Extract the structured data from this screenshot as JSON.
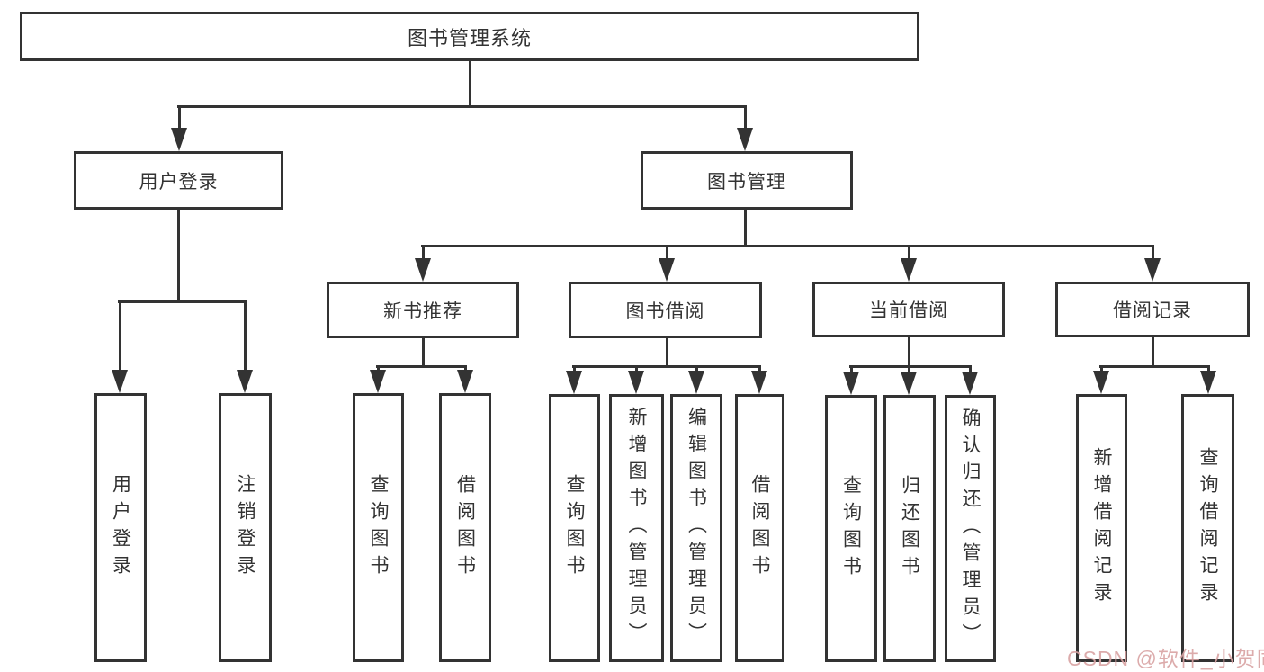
{
  "diagram": {
    "root": {
      "label": "图书管理系统"
    },
    "branches": [
      {
        "label": "用户登录",
        "children": [
          {
            "label": "用户登录"
          },
          {
            "label": "注销登录"
          }
        ]
      },
      {
        "label": "图书管理",
        "children": [
          {
            "label": "新书推荐",
            "children": [
              {
                "label": "查询图书"
              },
              {
                "label": "借阅图书"
              }
            ]
          },
          {
            "label": "图书借阅",
            "children": [
              {
                "label": "查询图书"
              },
              {
                "label": "新增图书（管理员）"
              },
              {
                "label": "编辑图书（管理员）"
              },
              {
                "label": "借阅图书"
              }
            ]
          },
          {
            "label": "当前借阅",
            "children": [
              {
                "label": "查询图书"
              },
              {
                "label": "归还图书"
              },
              {
                "label": "确认归还（管理员）"
              }
            ]
          },
          {
            "label": "借阅记录",
            "children": [
              {
                "label": "新增借阅记录"
              },
              {
                "label": "查询借阅记录"
              }
            ]
          }
        ]
      }
    ]
  },
  "watermark": {
    "text": "CSDN @软件_小贺同学"
  },
  "colors": {
    "line": "#333333",
    "background": "#ffffff",
    "watermark": "#d9a3a3"
  }
}
